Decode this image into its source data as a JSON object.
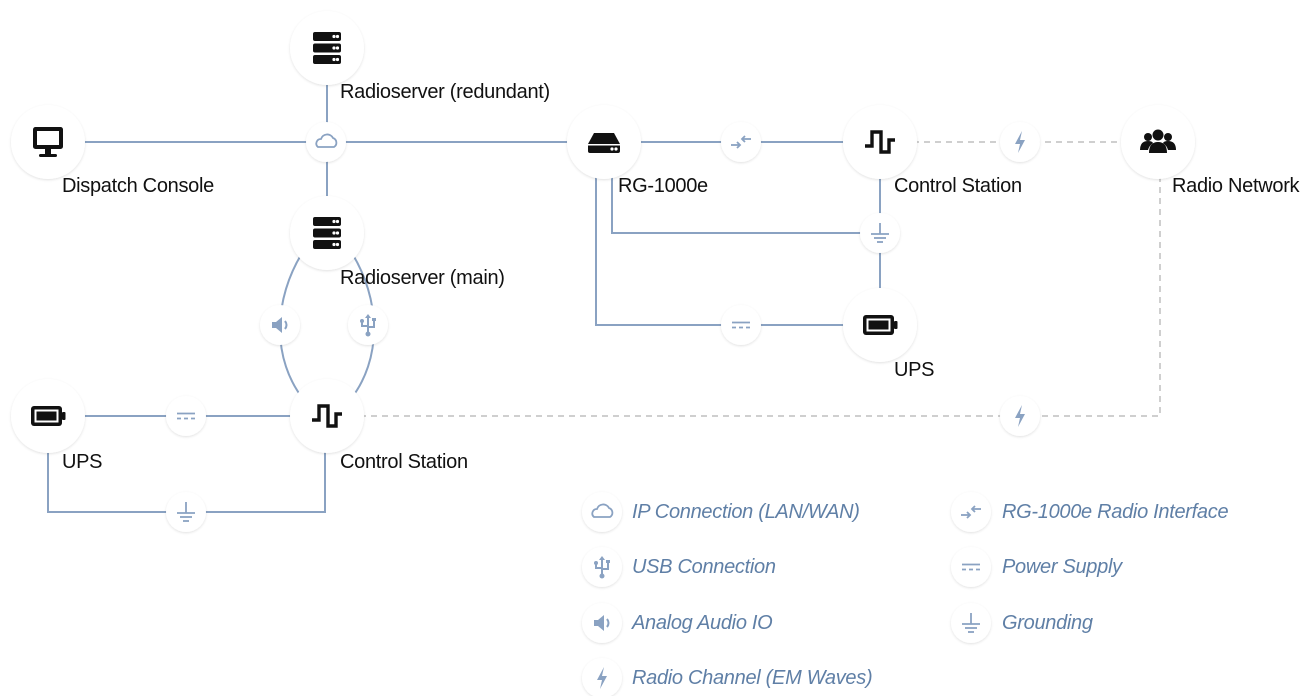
{
  "nodes": {
    "radioserver_redundant": {
      "label": "Radioserver (redundant)",
      "icon": "server-icon"
    },
    "dispatch_console": {
      "label": "Dispatch Console",
      "icon": "monitor-icon"
    },
    "radioserver_main": {
      "label": "Radioserver (main)",
      "icon": "server-icon"
    },
    "rg1000e": {
      "label": "RG-1000e",
      "icon": "gateway-icon"
    },
    "control_station_right": {
      "label": "Control Station",
      "icon": "signal-icon"
    },
    "radio_network": {
      "label": "Radio Network",
      "icon": "users-icon"
    },
    "ups_right": {
      "label": "UPS",
      "icon": "battery-icon"
    },
    "ups_left": {
      "label": "UPS",
      "icon": "battery-icon"
    },
    "control_station_left": {
      "label": "Control Station",
      "icon": "signal-icon"
    }
  },
  "legend": [
    {
      "icon": "cloud-icon",
      "label": "IP Connection (LAN/WAN)"
    },
    {
      "icon": "usb-icon",
      "label": "USB Connection"
    },
    {
      "icon": "speaker-icon",
      "label": "Analog Audio IO"
    },
    {
      "icon": "bolt-icon",
      "label": "Radio Channel (EM Waves)"
    },
    {
      "icon": "radio-interface-icon",
      "label": "RG-1000e Radio Interface"
    },
    {
      "icon": "dc-power-icon",
      "label": "Power Supply"
    },
    {
      "icon": "ground-icon",
      "label": "Grounding"
    }
  ],
  "colors": {
    "line": "#8aa2c2",
    "dashed_line": "#cfcfcf",
    "connector_icon": "#8aa2c2",
    "legend_text": "#5f7fa6",
    "node_icon": "#111111",
    "node_fill": "#ffffff",
    "node_border": "#e6e6e6"
  }
}
